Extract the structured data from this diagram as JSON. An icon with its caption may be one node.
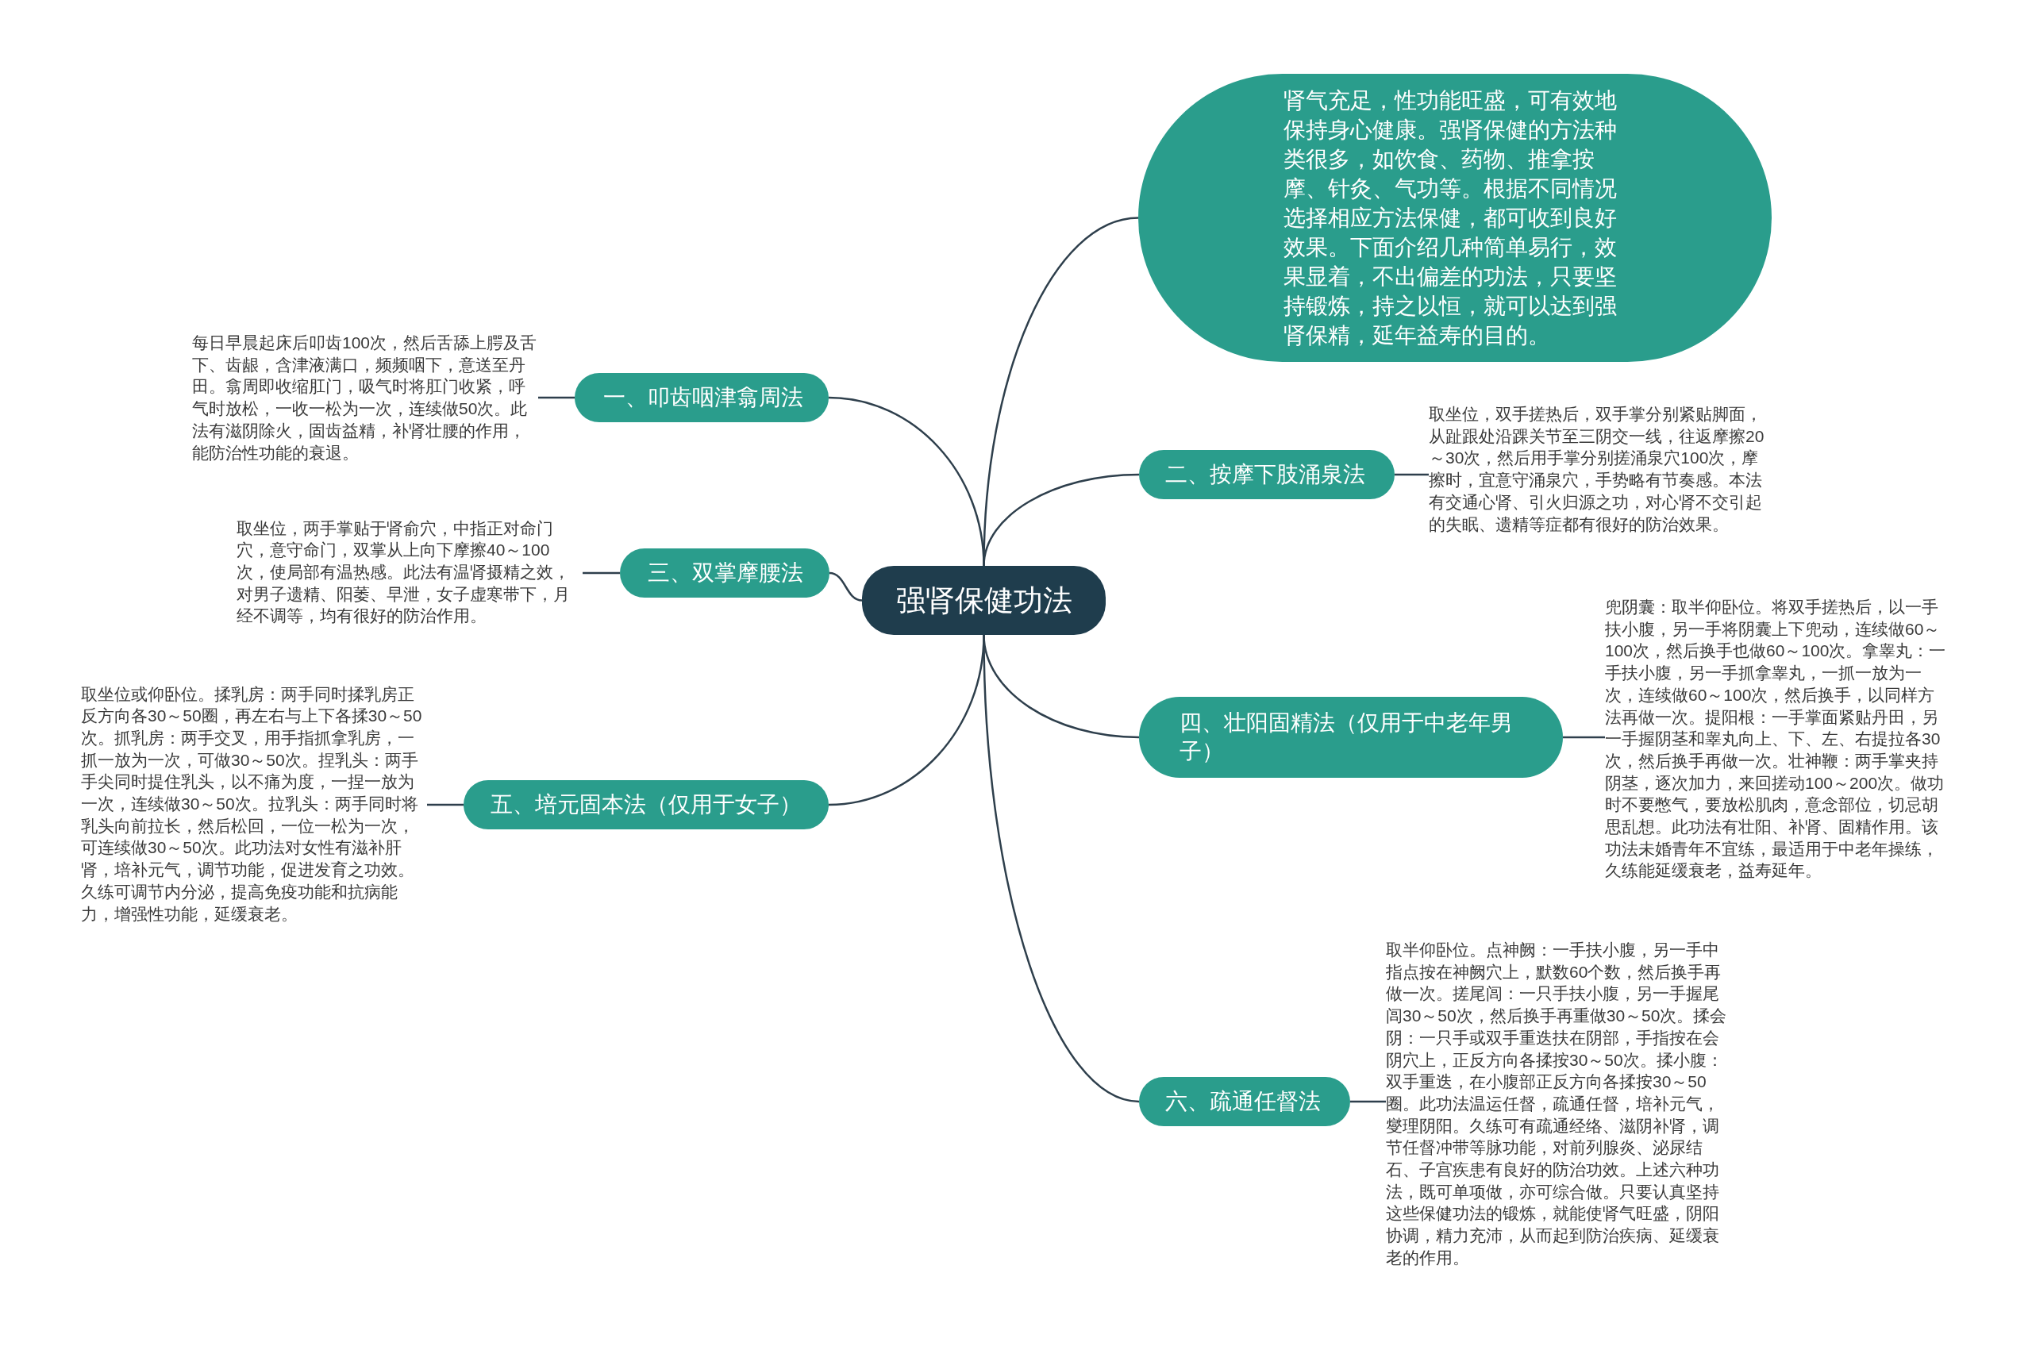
{
  "diagram": {
    "nodes": [
      {
        "text": [
          "强肾保健功法"
        ]
      },
      {
        "text": [
          "肾气充足，性功能旺盛，可有效地保持身心健康。强肾保健的方法种类很多，如饮食、药物、推拿按摩、针灸、气功等。根据不同情况选择相应方法保健，都可收到良好效果。下面介绍几种简单易行，效果显着，不出偏差的功法，只要坚持锻炼，持之以恒，就可以达到强肾保精，延年益寿的目的。"
        ]
      },
      {
        "text": [
          "一、叩齿咽津翕周法"
        ]
      },
      {
        "text": [
          "每日早晨起床后叩齿100次，然后舌舔上腭及舌下、齿龈，含津液满口，频频咽下，意送至丹田。翕周即收缩肛门，吸气时将肛门收紧，呼气时放松，一收一松为一次，连续做50次。此法有滋阴除火，固齿益精，补肾壮腰的作用，能防治性功能的衰退。"
        ]
      },
      {
        "text": [
          "二、按摩下肢涌泉法"
        ]
      },
      {
        "text": [
          "取坐位，双手搓热后，双手掌分别紧贴脚面，从趾跟处沿踝关节至三阴交一线，往返摩擦20～30次，然后用手掌分别搓涌泉穴100次，摩擦时，宜意守涌泉穴，手势略有节奏感。本法有交通心肾、引火归源之功，对心肾不交引起的失眠、遗精等症都有很好的防治效果。"
        ]
      },
      {
        "text": [
          "三、双掌摩腰法"
        ]
      },
      {
        "text": [
          "取坐位，两手掌贴于肾俞穴，中指正对命门穴，意守命门，双掌从上向下摩擦40～100次，使局部有温热感。此法有温肾摄精之效，对男子遗精、阳萎、早泄，女子虚寒带下，月经不调等，均有很好的防治作用。"
        ]
      },
      {
        "text": [
          "四、壮阳固精法（仅用于中老年男子）"
        ]
      },
      {
        "text": [
          "兜阴囊：取半仰卧位。将双手搓热后，以一手扶小腹，另一手将阴囊上下兜动，连续做60～100次，然后换手也做60～100次。拿睾丸：一手扶小腹，另一手抓拿睾丸，一抓一放为一次，连续做60～100次，然后换手，以同样方法再做一次。提阳根：一手掌面紧贴丹田，另一手握阴茎和睾丸向上、下、左、右提拉各30次，然后换手再做一次。壮神鞭：两手掌夹持阴茎，逐次加力，来回搓动100～200次。做功时不要憋气，要放松肌肉，意念部位，切忌胡思乱想。此功法有壮阳、补肾、固精作用。该功法未婚青年不宜练，最适用于中老年操练，久练能延缓衰老，益寿延年。"
        ]
      },
      {
        "text": [
          "五、培元固本法（仅用于女子）"
        ]
      },
      {
        "text": [
          "取坐位或仰卧位。揉乳房：两手同时揉乳房正反方向各30～50圈，再左右与上下各揉30～50次。抓乳房：两手交叉，用手指抓拿乳房，一抓一放为一次，可做30～50次。捏乳头：两手手尖同时提住乳头，以不痛为度，一捏一放为一次，连续做30～50次。拉乳头：两手同时将乳头向前拉长，然后松回，一位一松为一次，可连续做30～50次。此功法对女性有滋补肝肾，培补元气，调节功能，促进发育之功效。久练可调节内分泌，提高免疫功能和抗病能力，增强性功能，延缓衰老。"
        ]
      },
      {
        "text": [
          "六、疏通任督法"
        ]
      },
      {
        "text": [
          "取半仰卧位。点神阙：一手扶小腹，另一手中指点按在神阙穴上，默数60个数，然后换手再做一次。搓尾闾：一只手扶小腹，另一手握尾闾30～50次，然后换手再重做30～50次。揉会阴：一只手或双手重迭扶在阴部，手指按在会阴穴上，正反方向各揉按30～50次。揉小腹：双手重迭，在小腹部正反方向各揉按30～50圈。此功法温运任督，疏通任督，培补元气，燮理阴阳。久练可有疏通经络、滋阴补肾，调节任督冲带等脉功能，对前列腺炎、泌尿结石、子宫疾患有良好的防治功效。上述六种功法，既可单项做，亦可综合做。只要认真坚持这些保健功法的锻炼，就能使肾气旺盛，阴阳协调，精力充沛，从而起到防治疾病、延缓衰老的作用。"
        ]
      }
    ],
    "edges": [
      {
        "from": 0,
        "to": 1,
        "arrow": "none"
      },
      {
        "from": 0,
        "to": 2,
        "arrow": "none"
      },
      {
        "from": 2,
        "to": 3,
        "arrow": "none"
      },
      {
        "from": 0,
        "to": 4,
        "arrow": "none"
      },
      {
        "from": 4,
        "to": 5,
        "arrow": "none"
      },
      {
        "from": 0,
        "to": 6,
        "arrow": "none"
      },
      {
        "from": 6,
        "to": 7,
        "arrow": "none"
      },
      {
        "from": 0,
        "to": 8,
        "arrow": "none"
      },
      {
        "from": 8,
        "to": 9,
        "arrow": "none"
      },
      {
        "from": 0,
        "to": 10,
        "arrow": "none"
      },
      {
        "from": 10,
        "to": 11,
        "arrow": "none"
      },
      {
        "from": 0,
        "to": 12,
        "arrow": "none"
      },
      {
        "from": 12,
        "to": 13,
        "arrow": "none"
      }
    ]
  }
}
